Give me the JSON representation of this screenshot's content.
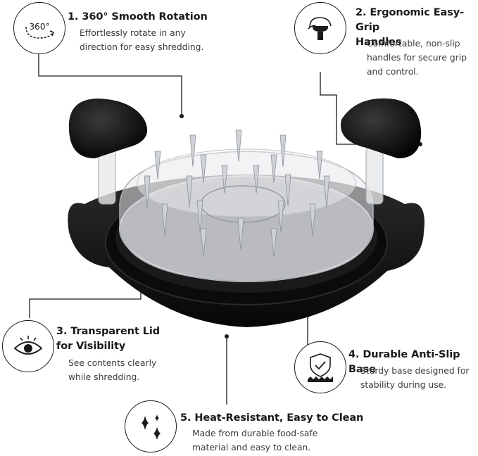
{
  "features": [
    {
      "id": "rotation",
      "icon": "rotate-360-icon",
      "icon_text": "360°",
      "title": "1. 360° Smooth Rotation",
      "desc": "Effortlessly rotate in any\ndirection for easy shredding."
    },
    {
      "id": "handles",
      "icon": "hand-grip-icon",
      "title": "2. Ergonomic Easy-Grip\nHandles",
      "desc": "Comfortable, non-slip\nhandles for secure grip\nand control."
    },
    {
      "id": "lid",
      "icon": "eye-icon",
      "title": "3. Transparent Lid\nfor Visibility",
      "desc": "See contents clearly\nwhile shredding."
    },
    {
      "id": "base",
      "icon": "shield-check-icon",
      "title": "4. Durable Anti-Slip Base",
      "desc": "Sturdy base designed for\nstability during use."
    },
    {
      "id": "clean",
      "icon": "sparkle-icon",
      "title": "5. Heat-Resistant, Easy to Clean",
      "desc": "Made from durable food-safe\nmaterial and easy to clean."
    }
  ],
  "colors": {
    "text": "#1a1a1a",
    "desc": "#3a3a3a",
    "product_black": "#111111",
    "line": "#1a1a1a"
  }
}
